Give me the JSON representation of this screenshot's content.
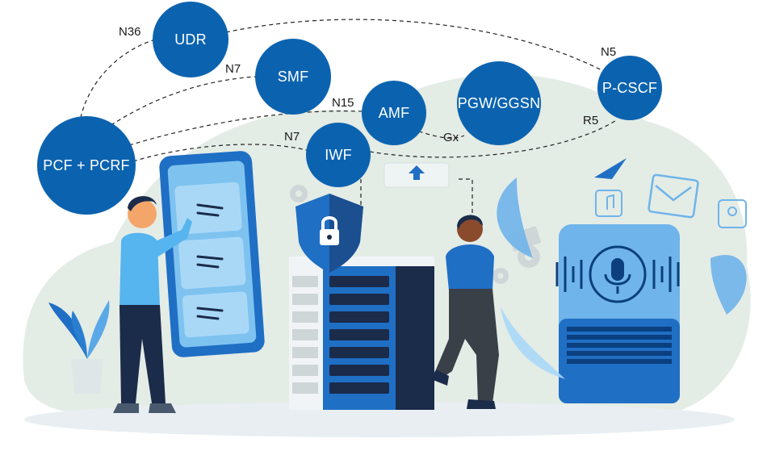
{
  "diagram": {
    "nodes": {
      "udr": "UDR",
      "smf": "SMF",
      "amf": "AMF",
      "iwf": "IWF",
      "pgw": "PGW/GGSN",
      "pcscf": "P-CSCF",
      "pcf": "PCF + PCRF"
    },
    "interfaces": {
      "n36": "N36",
      "n7_smf": "N7",
      "n15": "N15",
      "n7_iwf": "N7",
      "gx": "Gx",
      "n5": "N5",
      "r5": "R5"
    }
  },
  "colors": {
    "node": "#0b63b0",
    "accent": "#1f6fc5",
    "light_blue": "#6fb4ea",
    "background_blob": "#e3ebe4"
  },
  "icons": [
    "lock-shield-icon",
    "gear-icon",
    "microphone-icon",
    "music-note-icon",
    "mail-icon",
    "location-pin-icon",
    "paper-plane-icon",
    "up-arrow-icon"
  ]
}
